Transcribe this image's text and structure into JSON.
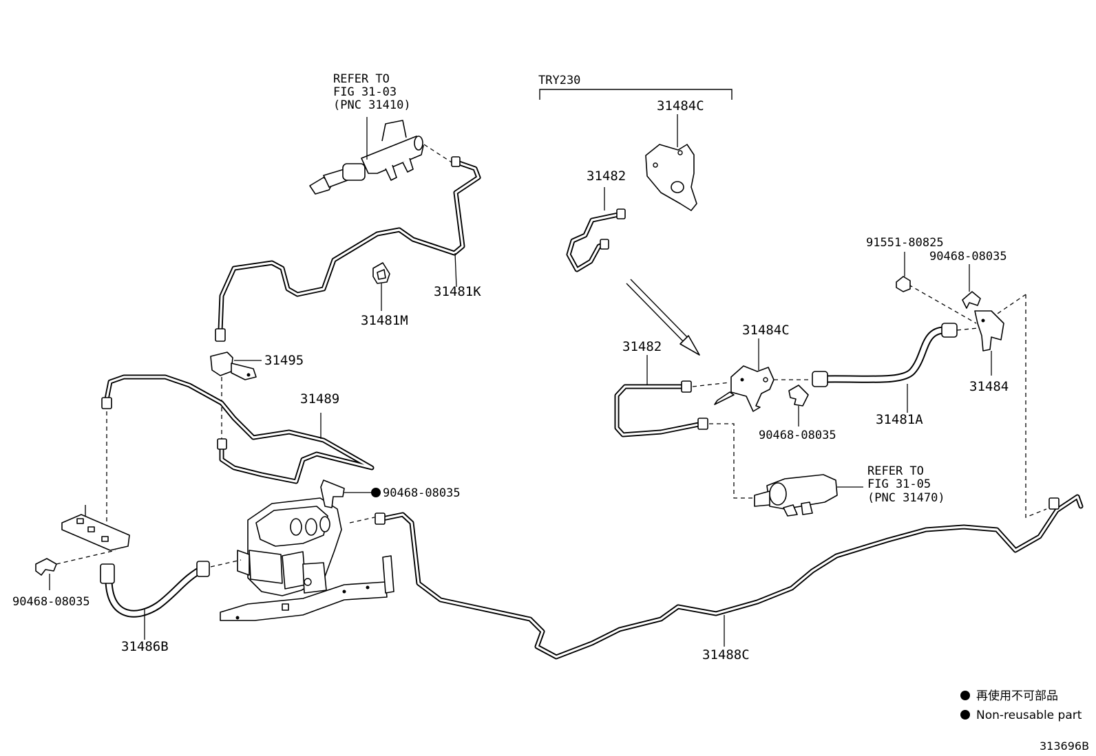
{
  "diagram": {
    "variant_label": "TRY230",
    "figure_number": "313696B",
    "references": [
      {
        "id": "ref-master-cylinder",
        "lines": [
          "REFER TO",
          "FIG 31-03",
          "(PNC 31410)"
        ]
      },
      {
        "id": "ref-release-cylinder",
        "lines": [
          "REFER TO",
          "FIG 31-05",
          "(PNC 31470)"
        ]
      }
    ],
    "part_labels": [
      {
        "id": "p-31484c-top",
        "text": "31484C"
      },
      {
        "id": "p-31482-top",
        "text": "31482"
      },
      {
        "id": "p-31481k",
        "text": "31481K"
      },
      {
        "id": "p-31481m",
        "text": "31481M"
      },
      {
        "id": "p-31495",
        "text": "31495"
      },
      {
        "id": "p-31489",
        "text": "31489"
      },
      {
        "id": "p-90468-center",
        "text": "90468-08035"
      },
      {
        "id": "p-90468-left",
        "text": "90468-08035"
      },
      {
        "id": "p-31486b",
        "text": "31486B"
      },
      {
        "id": "p-31488c",
        "text": "31488C"
      },
      {
        "id": "p-31482-mid",
        "text": "31482"
      },
      {
        "id": "p-31484c-mid",
        "text": "31484C"
      },
      {
        "id": "p-90468-mid",
        "text": "90468-08035"
      },
      {
        "id": "p-31481a",
        "text": "31481A"
      },
      {
        "id": "p-91551",
        "text": "91551-80825"
      },
      {
        "id": "p-90468-right",
        "text": "90468-08035"
      },
      {
        "id": "p-31484",
        "text": "31484"
      }
    ],
    "legend": [
      {
        "symbol": "filled-circle",
        "text": "再使用不可部品"
      },
      {
        "symbol": "filled-circle",
        "text": "Non-reusable part"
      }
    ]
  }
}
